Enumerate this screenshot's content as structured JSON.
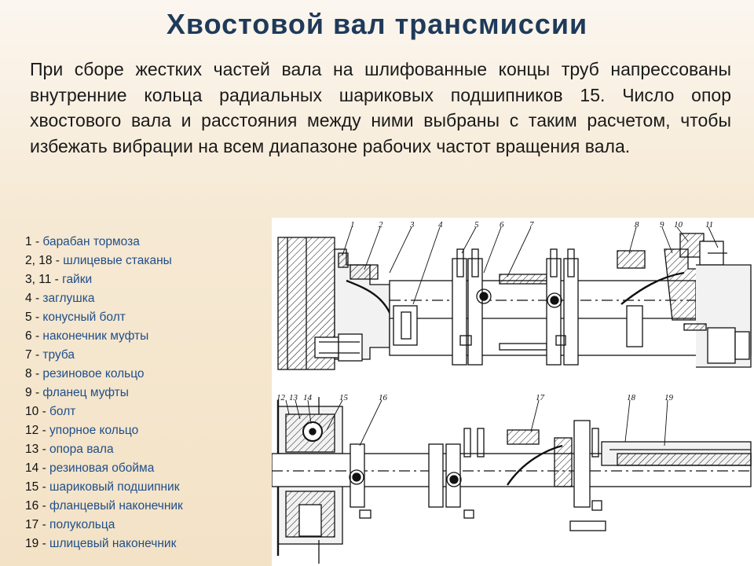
{
  "title": "Хвостовой вал трансмиссии",
  "intro": {
    "part1": "При сборе жестких частей вала на шлифованные концы труб напрессованы внутренние кольца радиальных шариковых подшипников",
    "ref": "15",
    "part2": ". Число опор хвостового вала и расстояния между ними выбраны с таким расчетом, чтобы избежать вибрации на всем диапазоне рабочих частот вращения вала."
  },
  "legend": [
    {
      "num": "1",
      "text": "барабан тормоза"
    },
    {
      "num": "2, 18",
      "text": "шлицевые стаканы"
    },
    {
      "num": "3, 11",
      "text": "гайки"
    },
    {
      "num": "4",
      "text": "заглушка"
    },
    {
      "num": "5",
      "text": "конусный болт"
    },
    {
      "num": "6",
      "text": "наконечник муфты"
    },
    {
      "num": "7",
      "text": "труба"
    },
    {
      "num": "8",
      "text": "резиновое кольцо"
    },
    {
      "num": "9",
      "text": "фланец муфты"
    },
    {
      "num": "10",
      "text": "болт"
    },
    {
      "num": "12",
      "text": "упорное кольцо"
    },
    {
      "num": "13",
      "text": "опора вала"
    },
    {
      "num": "14",
      "text": "резиновая обойма"
    },
    {
      "num": "15",
      "text": "шариковый подшипник"
    },
    {
      "num": "16",
      "text": "фланцевый наконечник"
    },
    {
      "num": "17",
      "text": "полукольца"
    },
    {
      "num": "19",
      "text": "шлицевый наконечник"
    }
  ],
  "dash": "-",
  "figure": {
    "callouts_top": [
      "1",
      "2",
      "3",
      "4",
      "5",
      "6",
      "7",
      "8",
      "9",
      "10",
      "11"
    ],
    "callouts_bottom": [
      "12",
      "13",
      "14",
      "15",
      "16",
      "17",
      "18",
      "19"
    ]
  },
  "colors": {
    "title": "#1f3a5a",
    "legend_text": "#1f4e8a",
    "drawing_line": "#111111"
  }
}
